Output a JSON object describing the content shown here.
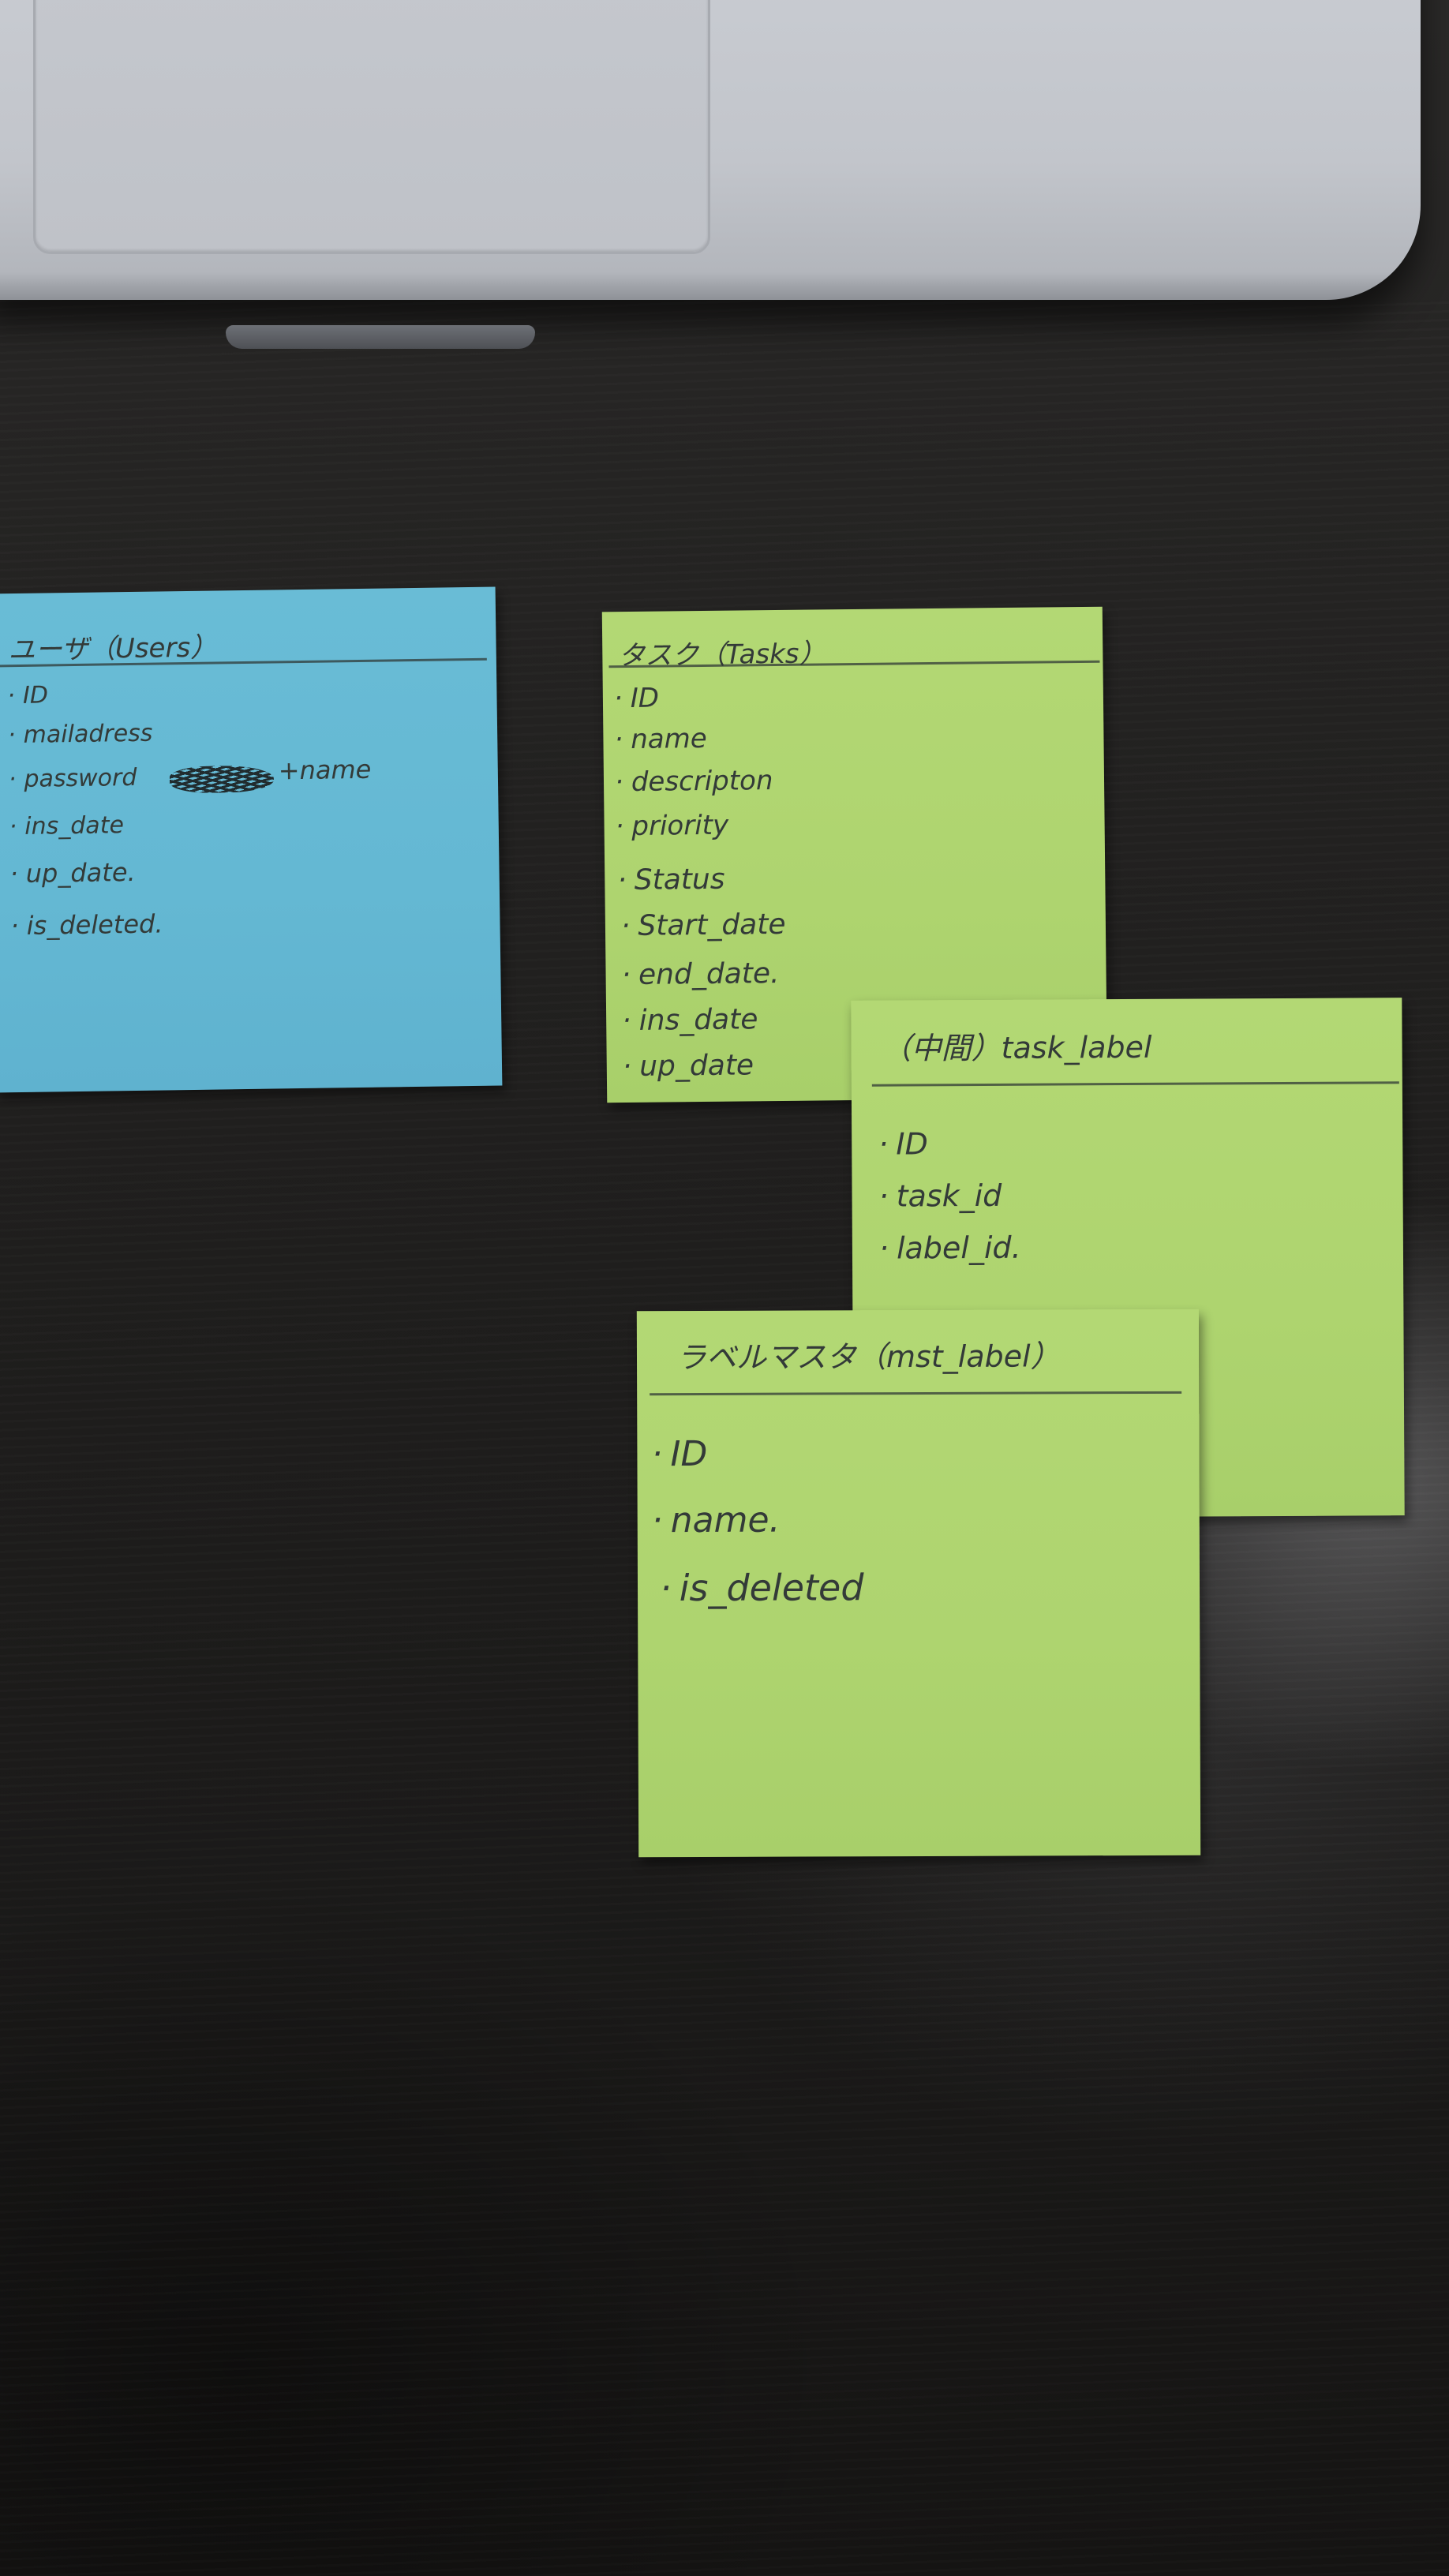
{
  "users_note": {
    "title": "ユーザ（Users）",
    "fields": [
      "ID",
      "mailadress",
      "password",
      "ins_date",
      "up_date.",
      "is_deleted."
    ],
    "extra_after_password": "name",
    "color": "#64b8d3"
  },
  "tasks_note": {
    "title": "タスク（Tasks）",
    "fields": [
      "ID",
      "name",
      "descripton",
      "priority",
      "Status",
      "Start_date",
      "end_date.",
      "ins_date",
      "up_date"
    ],
    "color": "#aed46f"
  },
  "task_label_note": {
    "title": "（中間）task_label",
    "fields": [
      "ID",
      "task_id",
      "label_id."
    ],
    "color": "#aed46f"
  },
  "label_master_note": {
    "title": "ラベルマスタ（mst_label）",
    "fields": [
      "ID",
      "name.",
      "is_deleted"
    ],
    "color": "#aed46f"
  }
}
